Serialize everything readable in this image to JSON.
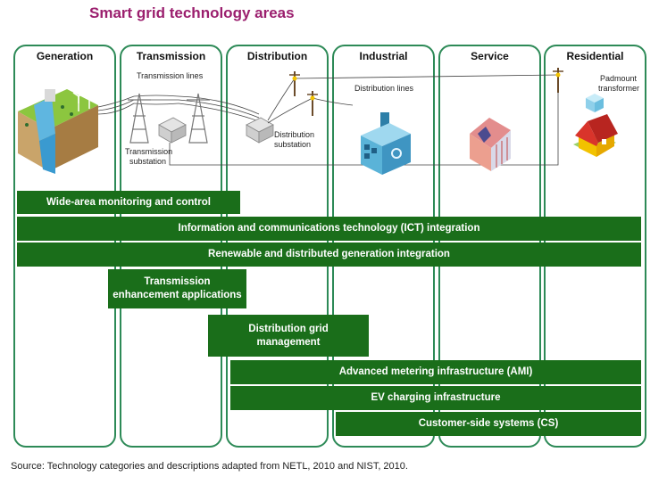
{
  "title": "Smart grid technology areas",
  "columns": [
    "Generation",
    "Transmission",
    "Distribution",
    "Industrial",
    "Service",
    "Residential"
  ],
  "labels": {
    "transmission_lines": "Transmission lines",
    "transmission_substation_1": "Transmission",
    "transmission_substation_2": "substation",
    "distribution_substation_1": "Distribution",
    "distribution_substation_2": "substation",
    "distribution_lines": "Distribution lines",
    "padmount_1": "Padmount",
    "padmount_2": "transformer"
  },
  "bars": {
    "wide_area": "Wide-area monitoring and control",
    "ict": "Information and communications technology (ICT) integration",
    "renewable": "Renewable and distributed generation integration",
    "transmission_1": "Transmission",
    "transmission_2": "enhancement applications",
    "distribution_1": "Distribution grid",
    "distribution_2": "management",
    "ami": "Advanced metering infrastructure (AMI)",
    "ev": "EV charging infrastructure",
    "cs": "Customer-side systems (CS)"
  },
  "source": "Source: Technology categories and descriptions adapted from NETL, 2010 and NIST, 2010.",
  "colors": {
    "title": "#9b1f6e",
    "border": "#2d8a57",
    "bar": "#1a6e1a"
  }
}
